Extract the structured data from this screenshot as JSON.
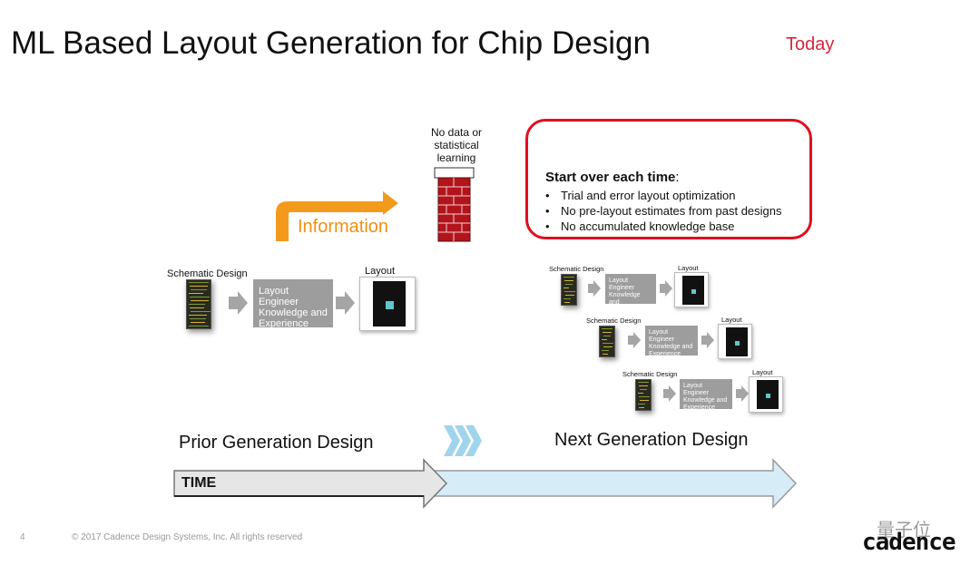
{
  "title": "ML Based Layout Generation for Chip Design",
  "badge": "Today",
  "wall_caption": "No data or statistical learning",
  "information_label": "Information",
  "start_over": {
    "heading": "Start over each time",
    "bullets": [
      "Trial and error layout optimization",
      "No pre-layout estimates from past designs",
      "No accumulated knowledge base"
    ]
  },
  "flow": {
    "schematic_label": "Schematic Design",
    "engineer_lines": [
      "Layout Engineer",
      "Knowledge and",
      "Experience"
    ],
    "layout_label": "Layout"
  },
  "prior_label": "Prior Generation Design",
  "next_label": "Next Generation Design",
  "time_label": "TIME",
  "footer": {
    "page_number": "4",
    "copyright": "© 2017 Cadence Design Systems, Inc.   All rights reserved",
    "logo_text": "cadence",
    "watermark_text": "量子位"
  },
  "colors": {
    "accent_red": "#d7263d",
    "info_orange": "#f0900f",
    "brick_red": "#b3141c",
    "time_gray": "#e6e6e6",
    "time_blue": "#d6ecf7"
  }
}
